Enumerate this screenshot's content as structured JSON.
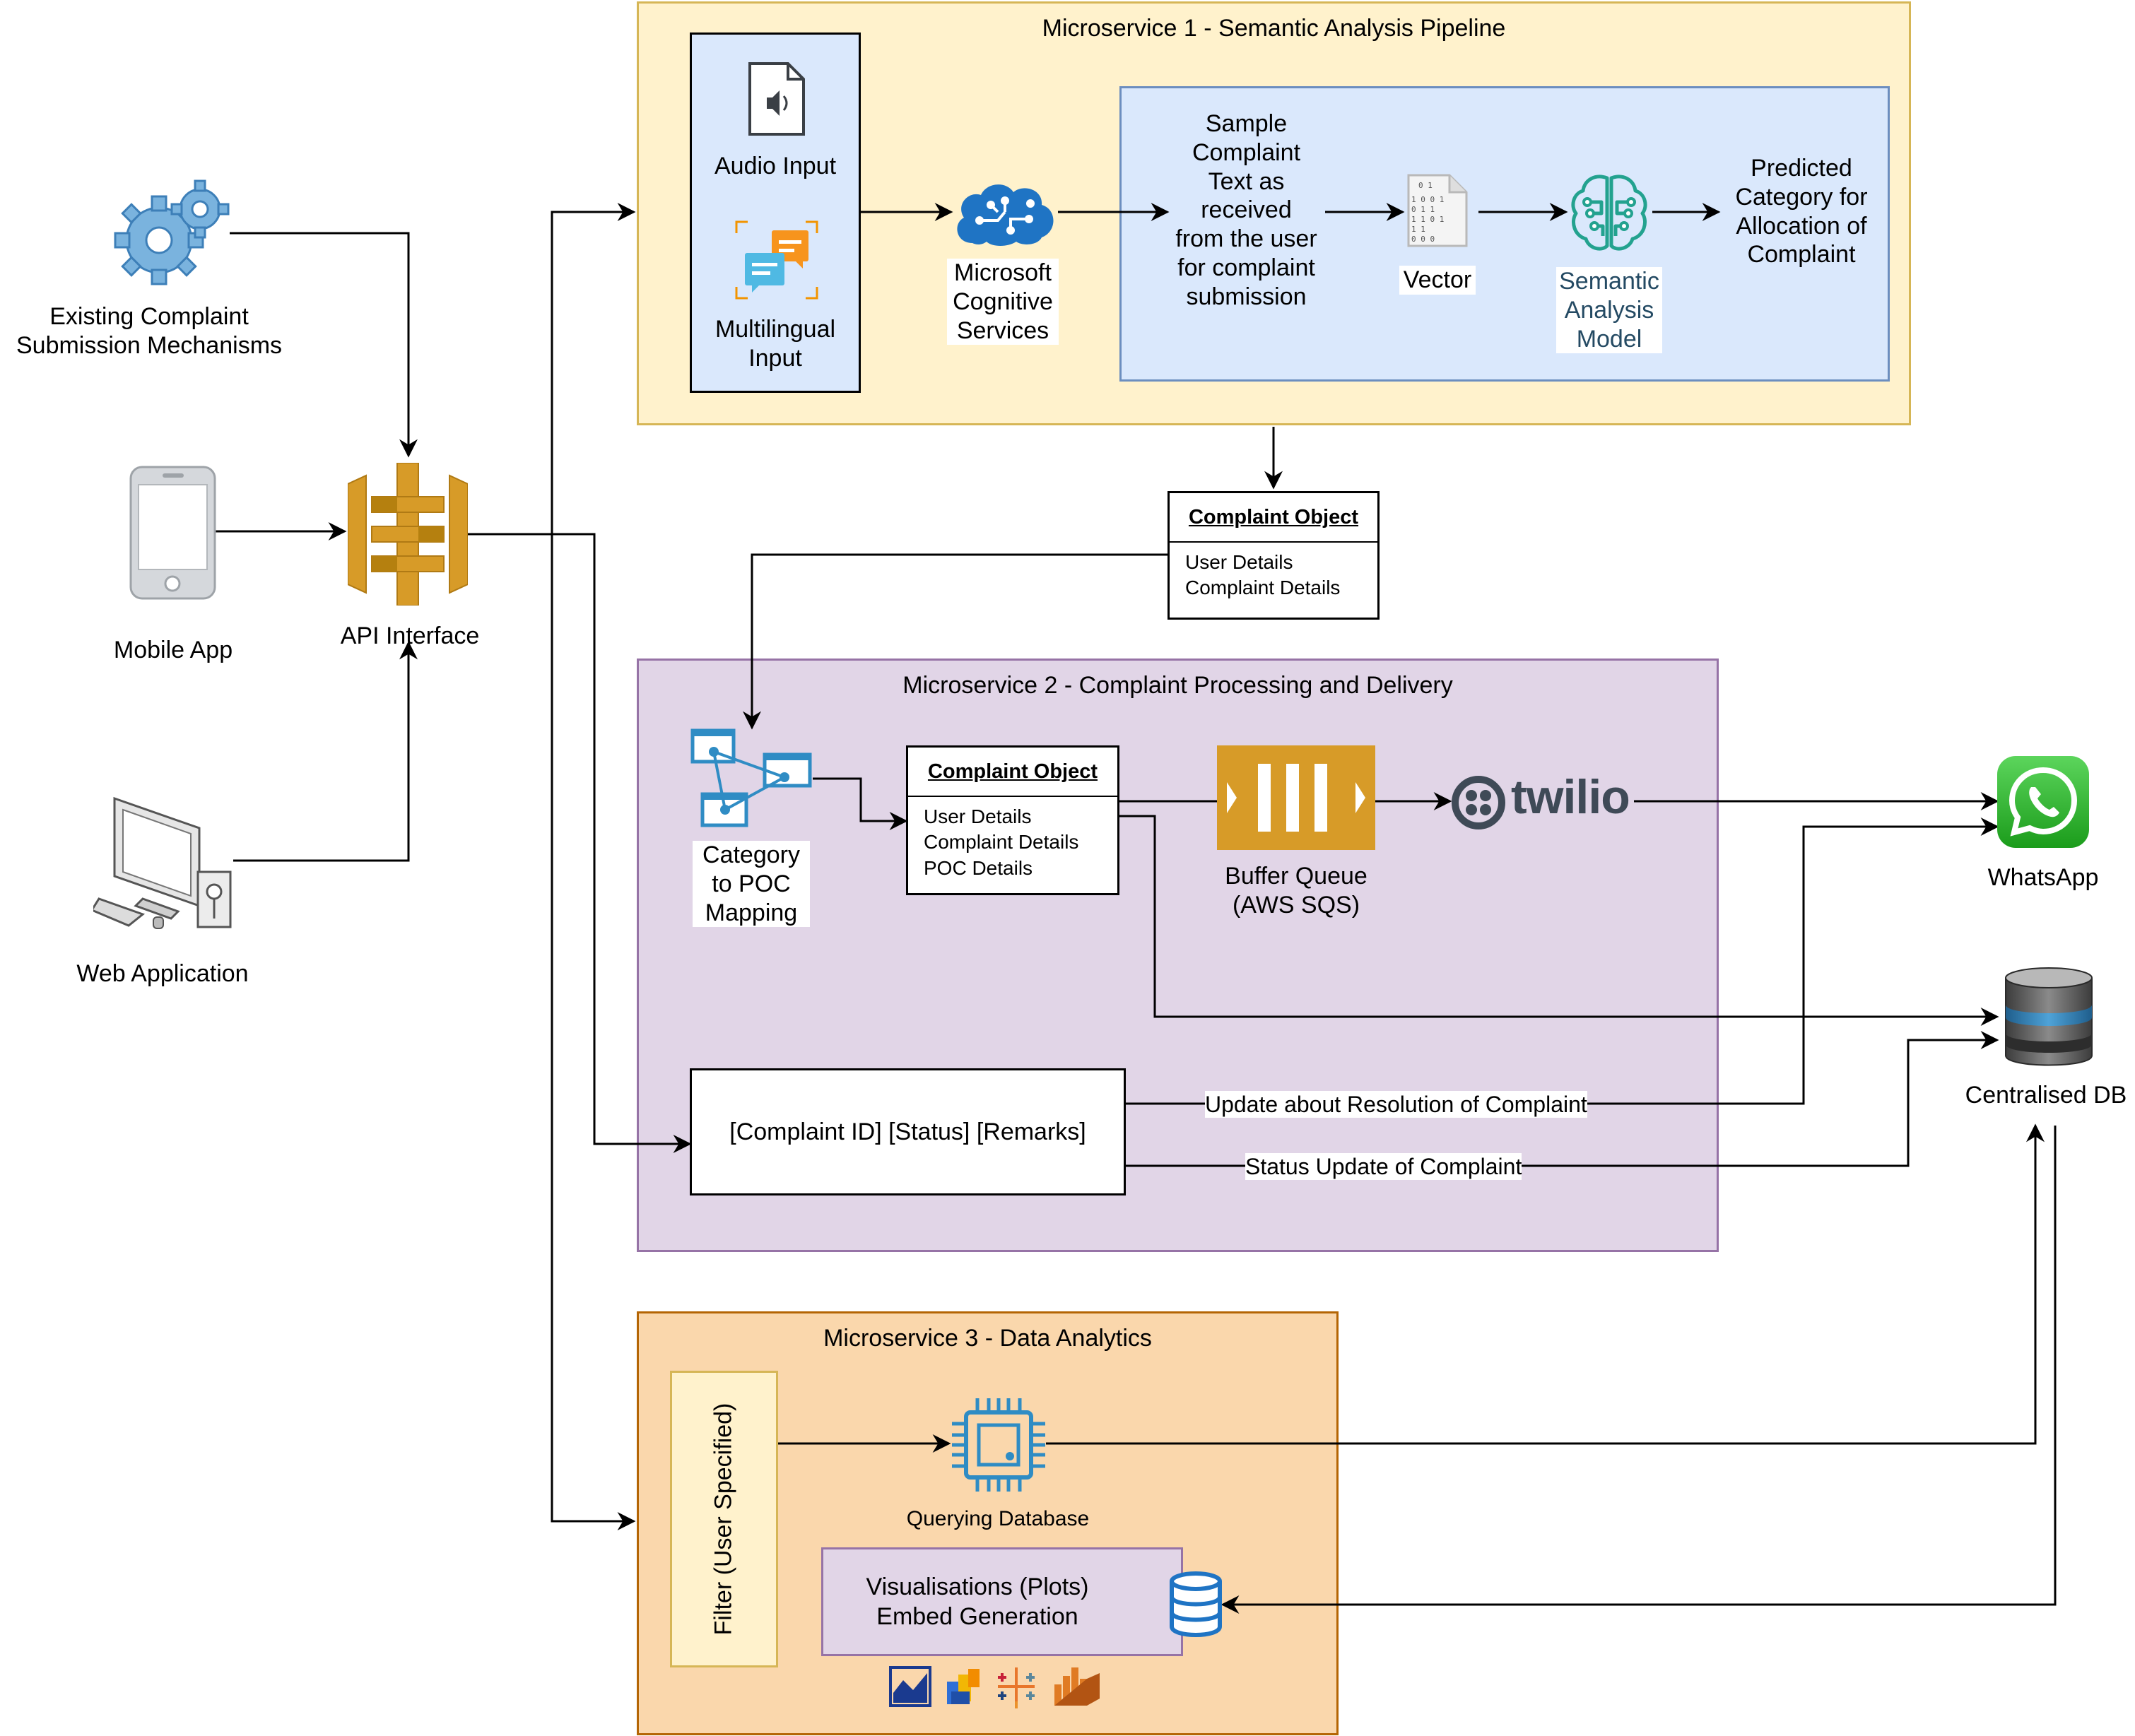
{
  "sources": {
    "existing_mechanisms": "Existing Complaint\nSubmission Mechanisms",
    "mobile_app": "Mobile App",
    "web_application": "Web Application",
    "api_interface": "API Interface"
  },
  "ms1": {
    "title": "Microservice 1 - Semantic Analysis Pipeline",
    "audio_input": "Audio Input",
    "multilingual_input": "Multilingual\nInput",
    "cognitive_services": "Microsoft\nCognitive\nServices",
    "sample_text": "Sample\nComplaint\nText as\nreceived\nfrom the user\nfor complaint\nsubmission",
    "vector": "Vector",
    "semantic_model": "Semantic\nAnalysis\nModel",
    "predicted_category": "Predicted\nCategory for\nAllocation of\nComplaint"
  },
  "complaint_object_1": {
    "title": "Complaint Object",
    "fields": [
      "User Details",
      "Complaint Details"
    ]
  },
  "ms2": {
    "title": "Microservice 2 - Complaint Processing and Delivery",
    "category_mapping": "Category\nto POC\nMapping",
    "complaint_object": {
      "title": "Complaint Object",
      "fields": [
        "User Details",
        "Complaint Details",
        "POC Details"
      ]
    },
    "buffer_queue": "Buffer Queue\n(AWS SQS)",
    "twilio": "twilio",
    "status_record": "[Complaint ID] [Status] [Remarks]",
    "update_resolution": "Update about Resolution of Complaint",
    "status_update": "Status Update of Complaint"
  },
  "ms3": {
    "title": "Microservice 3 - Data Analytics",
    "filter": "Filter (User Specified)",
    "querying_db": "Querying Database",
    "visualisations": "Visualisations (Plots)\nEmbed Generation"
  },
  "outputs": {
    "whatsapp": "WhatsApp",
    "centralised_db": "Centralised DB"
  },
  "colors": {
    "ms1_fill": "#fff2cc",
    "ms1_border": "#d6b656",
    "ms2_fill": "#e1d5e7",
    "ms2_border": "#9673a6",
    "ms3_fill": "#fad7ac",
    "ms3_border": "#b46504",
    "inner_blue": "#dae8fc",
    "inner_blue_border": "#6c8ebf",
    "filter_fill": "#fff2cc",
    "filter_border": "#d6b656",
    "aws_orange": "#d79b28",
    "azure_blue": "#1f74c4",
    "teal": "#23a28f",
    "whatsapp_green": "#25d366"
  }
}
